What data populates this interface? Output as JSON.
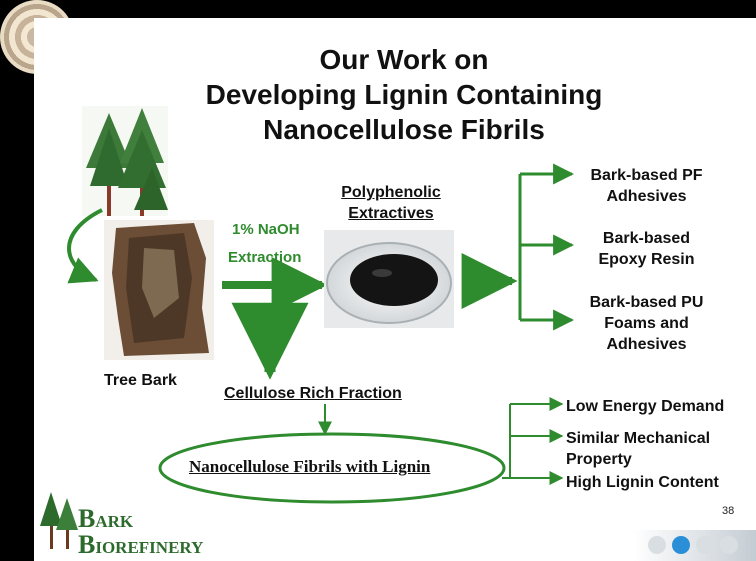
{
  "title": [
    "Our Work on",
    "Developing Lignin Containing",
    "Nanocellulose Fibrils"
  ],
  "labels": {
    "naoh_line1": "1% NaOH",
    "naoh_line2": "Extraction",
    "extractives_line1": "Polyphenolic",
    "extractives_line2": "Extractives",
    "tree_bark": "Tree Bark",
    "cellulose": "Cellulose Rich Fraction",
    "nanocellulose": "Nanocellulose Fibrils with Lignin"
  },
  "outputs_top": [
    [
      "Bark-based PF",
      "Adhesives"
    ],
    [
      "Bark-based",
      "Epoxy Resin"
    ],
    [
      "Bark-based PU",
      "Foams and",
      "Adhesives"
    ]
  ],
  "outputs_bottom": [
    [
      "Low Energy Demand"
    ],
    [
      "Similar Mechanical",
      "Property"
    ],
    [
      "High Lignin Content"
    ]
  ],
  "logo": {
    "b1": "B",
    "rest1": "ARK",
    "b2": "B",
    "rest2": "IOREFINERY"
  },
  "slide_number": "38",
  "colors": {
    "arrow_green": "#2e8b2e",
    "text": "#111111",
    "logo_green": "#2d6b2d"
  }
}
